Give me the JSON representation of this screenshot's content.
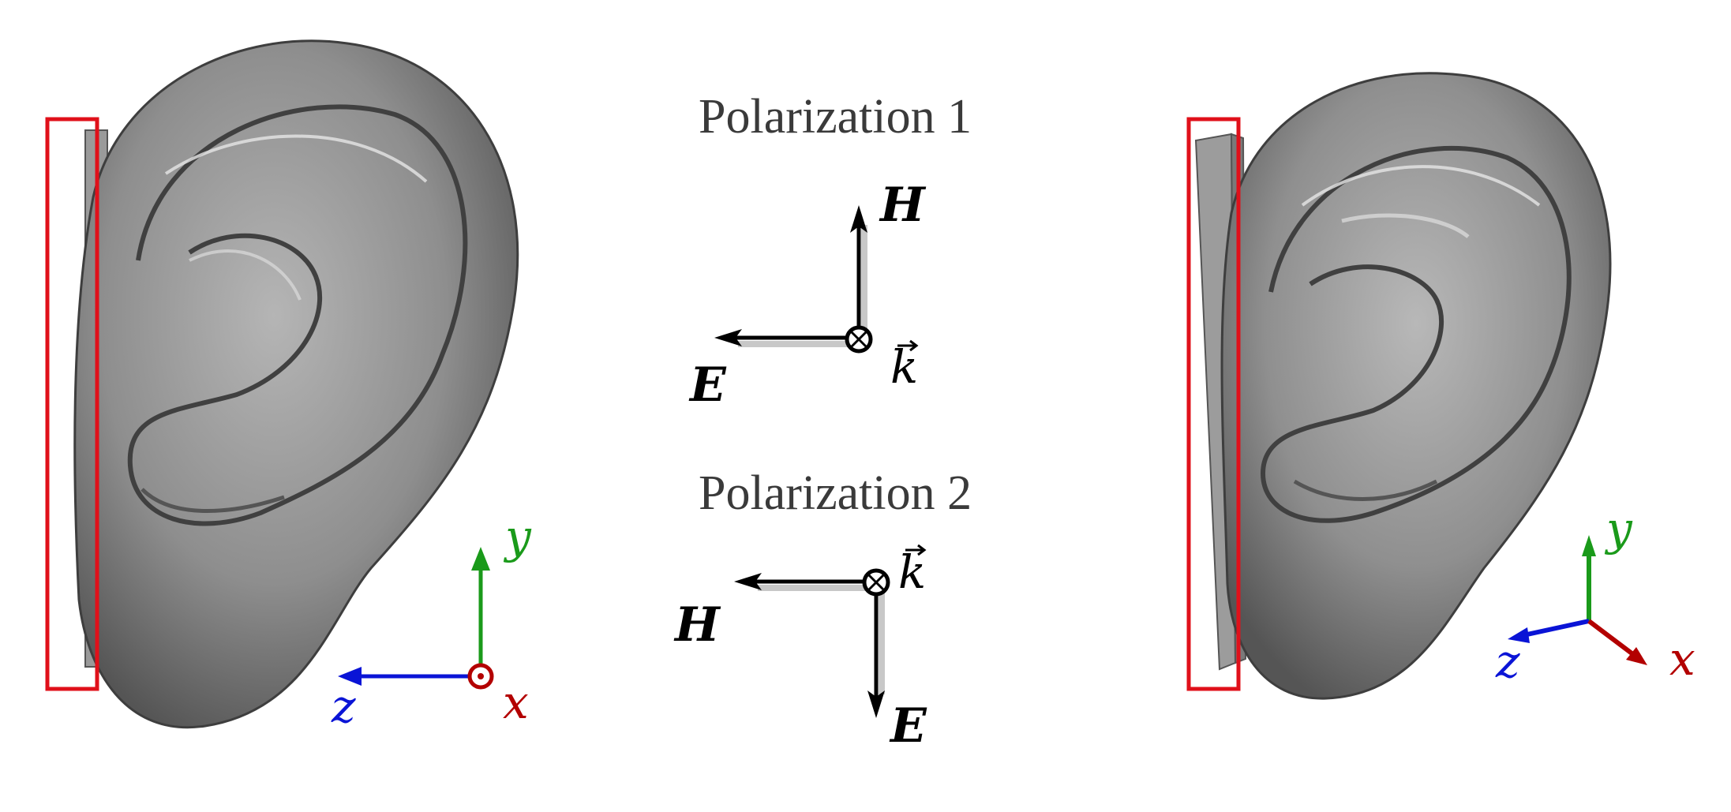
{
  "polarization_1": {
    "title": "Polarization 1",
    "h_label": "H",
    "e_label": "E",
    "k_label": "k"
  },
  "polarization_2": {
    "title": "Polarization 2",
    "h_label": "H",
    "e_label": "E",
    "k_label": "k"
  },
  "axes_left": {
    "x_label": "x",
    "y_label": "y",
    "z_label": "z"
  },
  "axes_right": {
    "x_label": "x",
    "y_label": "y",
    "z_label": "z"
  },
  "colors": {
    "x_axis": "#b30000",
    "y_axis": "#1a9a1a",
    "z_axis": "#0a14d6",
    "highlight_box": "#e0101a",
    "ear_base": "#8a8a8a"
  },
  "icons": {
    "left_model": "ear-side-view-icon",
    "right_model": "ear-oblique-view-icon",
    "into_page": "circle-cross-icon",
    "out_of_page": "circle-dot-icon"
  }
}
